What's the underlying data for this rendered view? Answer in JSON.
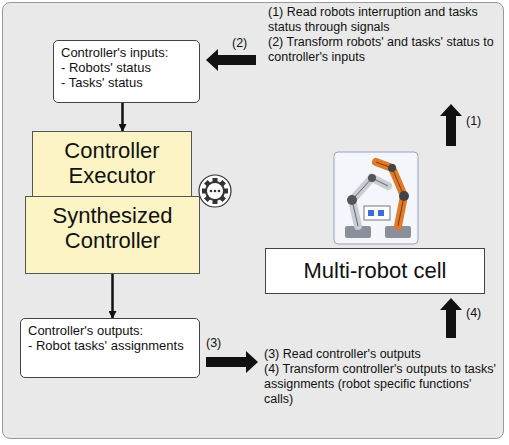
{
  "diagram": {
    "nodes": [
      {
        "text": [
          "Controller's inputs:",
          "- Robots' status",
          "- Tasks' status"
        ]
      },
      {
        "text": [
          "Controller Executor"
        ]
      },
      {
        "text": [
          "Synthesized Controller"
        ]
      },
      {
        "text": [
          "Controller's outputs:",
          "- Robot tasks' assignments"
        ]
      },
      {
        "text": [
          "Multi-robot cell"
        ]
      }
    ],
    "edges": [
      {
        "from": 0,
        "to": 1,
        "arrow": "to"
      },
      {
        "from": 2,
        "to": 3,
        "arrow": "to"
      }
    ],
    "labels": [
      "(1) Read robots interruption and tasks status through signals",
      "(2) Transform robots' and tasks' status to controller's inputs",
      "(2)",
      "(1)",
      "(4)",
      "(3)",
      "(3) Read controller's outputs",
      "(4) Transform controller's outputs to tasks' assignments (robot specific functions' calls)"
    ]
  }
}
